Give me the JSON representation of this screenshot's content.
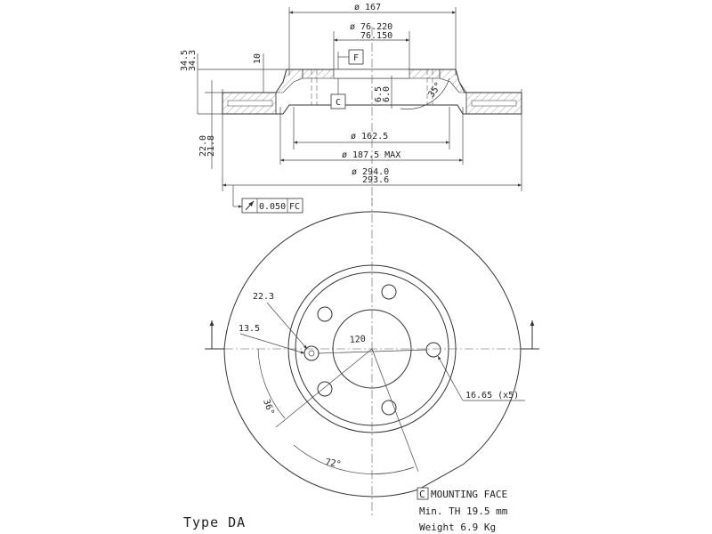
{
  "side_view": {
    "d_167": "ø 167",
    "d_bore_max": "ø 76.220",
    "d_bore_min": "76.150",
    "h_10": "10",
    "h_34_5": "34.5",
    "h_34_3": "34.3",
    "box_f": "F",
    "box_c": "C",
    "h_6_5": "6.5",
    "h_6_0": "6.0",
    "r_35": "35°",
    "t_22_0": "22.0",
    "t_21_8": "21.8",
    "d_162_5": "ø 162.5",
    "d_187_5": "ø 187.5 MAX",
    "d_294_0": "ø 294.0",
    "d_293_6": "293.6"
  },
  "tolerance": {
    "value": "0.050",
    "datum": "FC"
  },
  "front_view": {
    "d_22_3": "22.3",
    "d_13_5": "13.5",
    "d_120": "120",
    "d_16_65": "16.65 (x5)",
    "a_36": "36°",
    "a_72": "72°"
  },
  "notes": {
    "mounting_box": "C",
    "mounting_label": "MOUNTING FACE",
    "min_th": "Min. TH 19.5 mm",
    "weight": "Weight  6.9 Kg"
  },
  "type_label": "Type DA"
}
